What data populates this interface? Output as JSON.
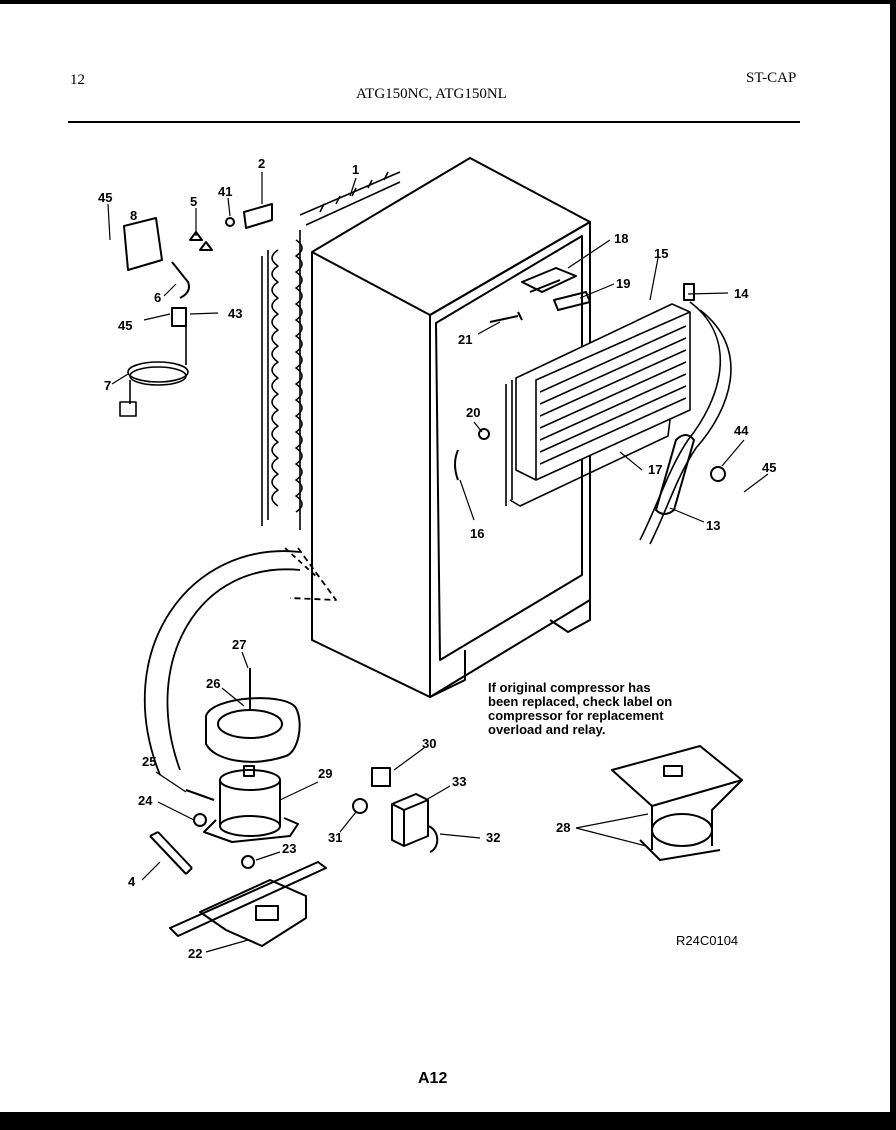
{
  "header": {
    "page_number": "12",
    "models": "ATG150NC, ATG150NL",
    "code": "ST-CAP"
  },
  "callouts": [
    "45",
    "8",
    "41",
    "2",
    "1",
    "5",
    "6",
    "43",
    "45",
    "7",
    "18",
    "15",
    "14",
    "19",
    "21",
    "20",
    "16",
    "17",
    "44",
    "45",
    "13",
    "27",
    "26",
    "25",
    "29",
    "24",
    "30",
    "33",
    "31",
    "32",
    "23",
    "4",
    "22",
    "28"
  ],
  "note": {
    "line1": "If original compressor has",
    "line2": "been replaced, check label on",
    "line3": "compressor for replacement",
    "line4": "overload and relay."
  },
  "figure_id": "R24C0104",
  "page_label": "A12"
}
